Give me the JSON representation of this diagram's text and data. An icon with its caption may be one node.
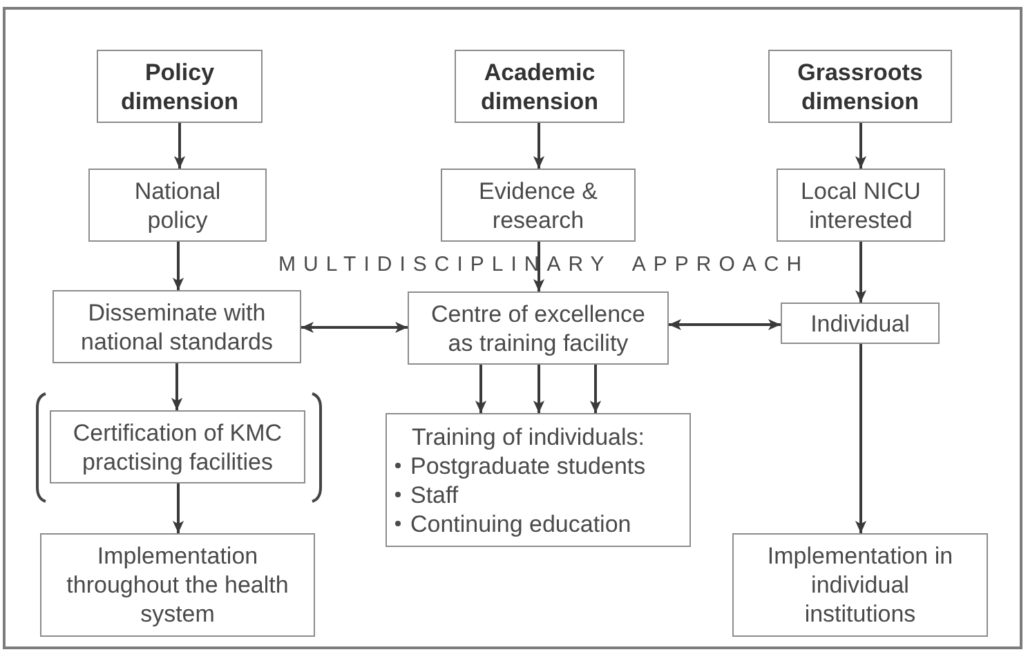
{
  "diagram": {
    "nodes": [
      {
        "text": [
          "Policy dimension"
        ]
      },
      {
        "text": [
          "Academic dimension"
        ]
      },
      {
        "text": [
          "Grassroots dimension"
        ]
      },
      {
        "text": [
          "National policy"
        ]
      },
      {
        "text": [
          "Evidence & research"
        ]
      },
      {
        "text": [
          "Local NICU interested"
        ]
      },
      {
        "text": [
          "Disseminate with national standards"
        ]
      },
      {
        "text": [
          "Centre of excellence as training facility"
        ]
      },
      {
        "text": [
          "Individual"
        ]
      },
      {
        "text": [
          "Certification of KMC practising facilities"
        ]
      },
      {
        "text": [
          "Training of individuals:",
          "Postgraduate students",
          "Staff",
          "Continuing education"
        ]
      },
      {
        "text": [
          "Implementation throughout the health system"
        ]
      },
      {
        "text": [
          "Implementation in individual institutions"
        ]
      }
    ],
    "edges": [
      {
        "from": 0,
        "to": 3,
        "arrow": "to"
      },
      {
        "from": 1,
        "to": 4,
        "arrow": "to"
      },
      {
        "from": 2,
        "to": 5,
        "arrow": "to"
      },
      {
        "from": 3,
        "to": 6,
        "arrow": "to"
      },
      {
        "from": 4,
        "to": 7,
        "arrow": "to"
      },
      {
        "from": 5,
        "to": 8,
        "arrow": "to"
      },
      {
        "from": 6,
        "to": 7,
        "arrow": "both"
      },
      {
        "from": 7,
        "to": 8,
        "arrow": "both"
      },
      {
        "from": 6,
        "to": 9,
        "arrow": "to"
      },
      {
        "from": 7,
        "to": 10,
        "arrow": "to"
      },
      {
        "from": 7,
        "to": 10,
        "arrow": "to"
      },
      {
        "from": 7,
        "to": 10,
        "arrow": "to"
      },
      {
        "from": 9,
        "to": 11,
        "arrow": "to"
      },
      {
        "from": 8,
        "to": 12,
        "arrow": "to"
      }
    ],
    "labels": [
      "MULTIDISCIPLINARY APPROACH"
    ]
  }
}
